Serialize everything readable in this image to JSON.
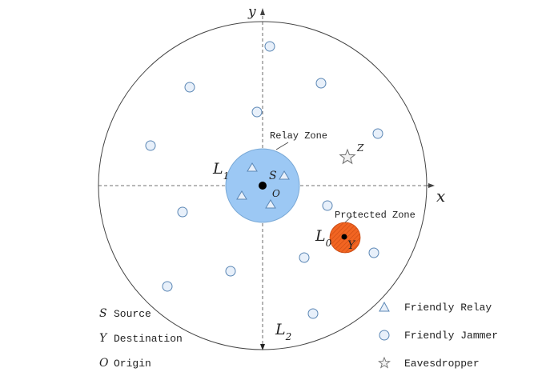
{
  "colors": {
    "relay_zone_fill": "#9cc8f4",
    "protected_zone_fill": "#f26522",
    "node_stroke": "#5b87b5",
    "node_fill": "#e8f0fa",
    "line": "#444444",
    "eve_stroke": "#6e6e6e"
  },
  "labels": {
    "x_axis": "x",
    "y_axis": "y",
    "relay_zone": "Relay Zone",
    "protected_zone": "Protected Zone",
    "source_marker": "S",
    "origin_marker": "O",
    "destination_marker": "Y",
    "eavesdropper_marker": "Z",
    "l1_main": "L",
    "l1_sub": "1",
    "l2_main": "L",
    "l2_sub": "2",
    "l0_main": "L",
    "l0_sub": "0"
  },
  "legend": {
    "left": [
      {
        "symbol": "S",
        "text": "Source"
      },
      {
        "symbol": "Y",
        "text": "Destination"
      },
      {
        "symbol": "O",
        "text": "Origin"
      }
    ],
    "right": [
      {
        "icon": "triangle",
        "text": "Friendly Relay"
      },
      {
        "icon": "circle",
        "text": "Friendly Jammer"
      },
      {
        "icon": "star",
        "text": "Eavesdropper"
      }
    ]
  }
}
